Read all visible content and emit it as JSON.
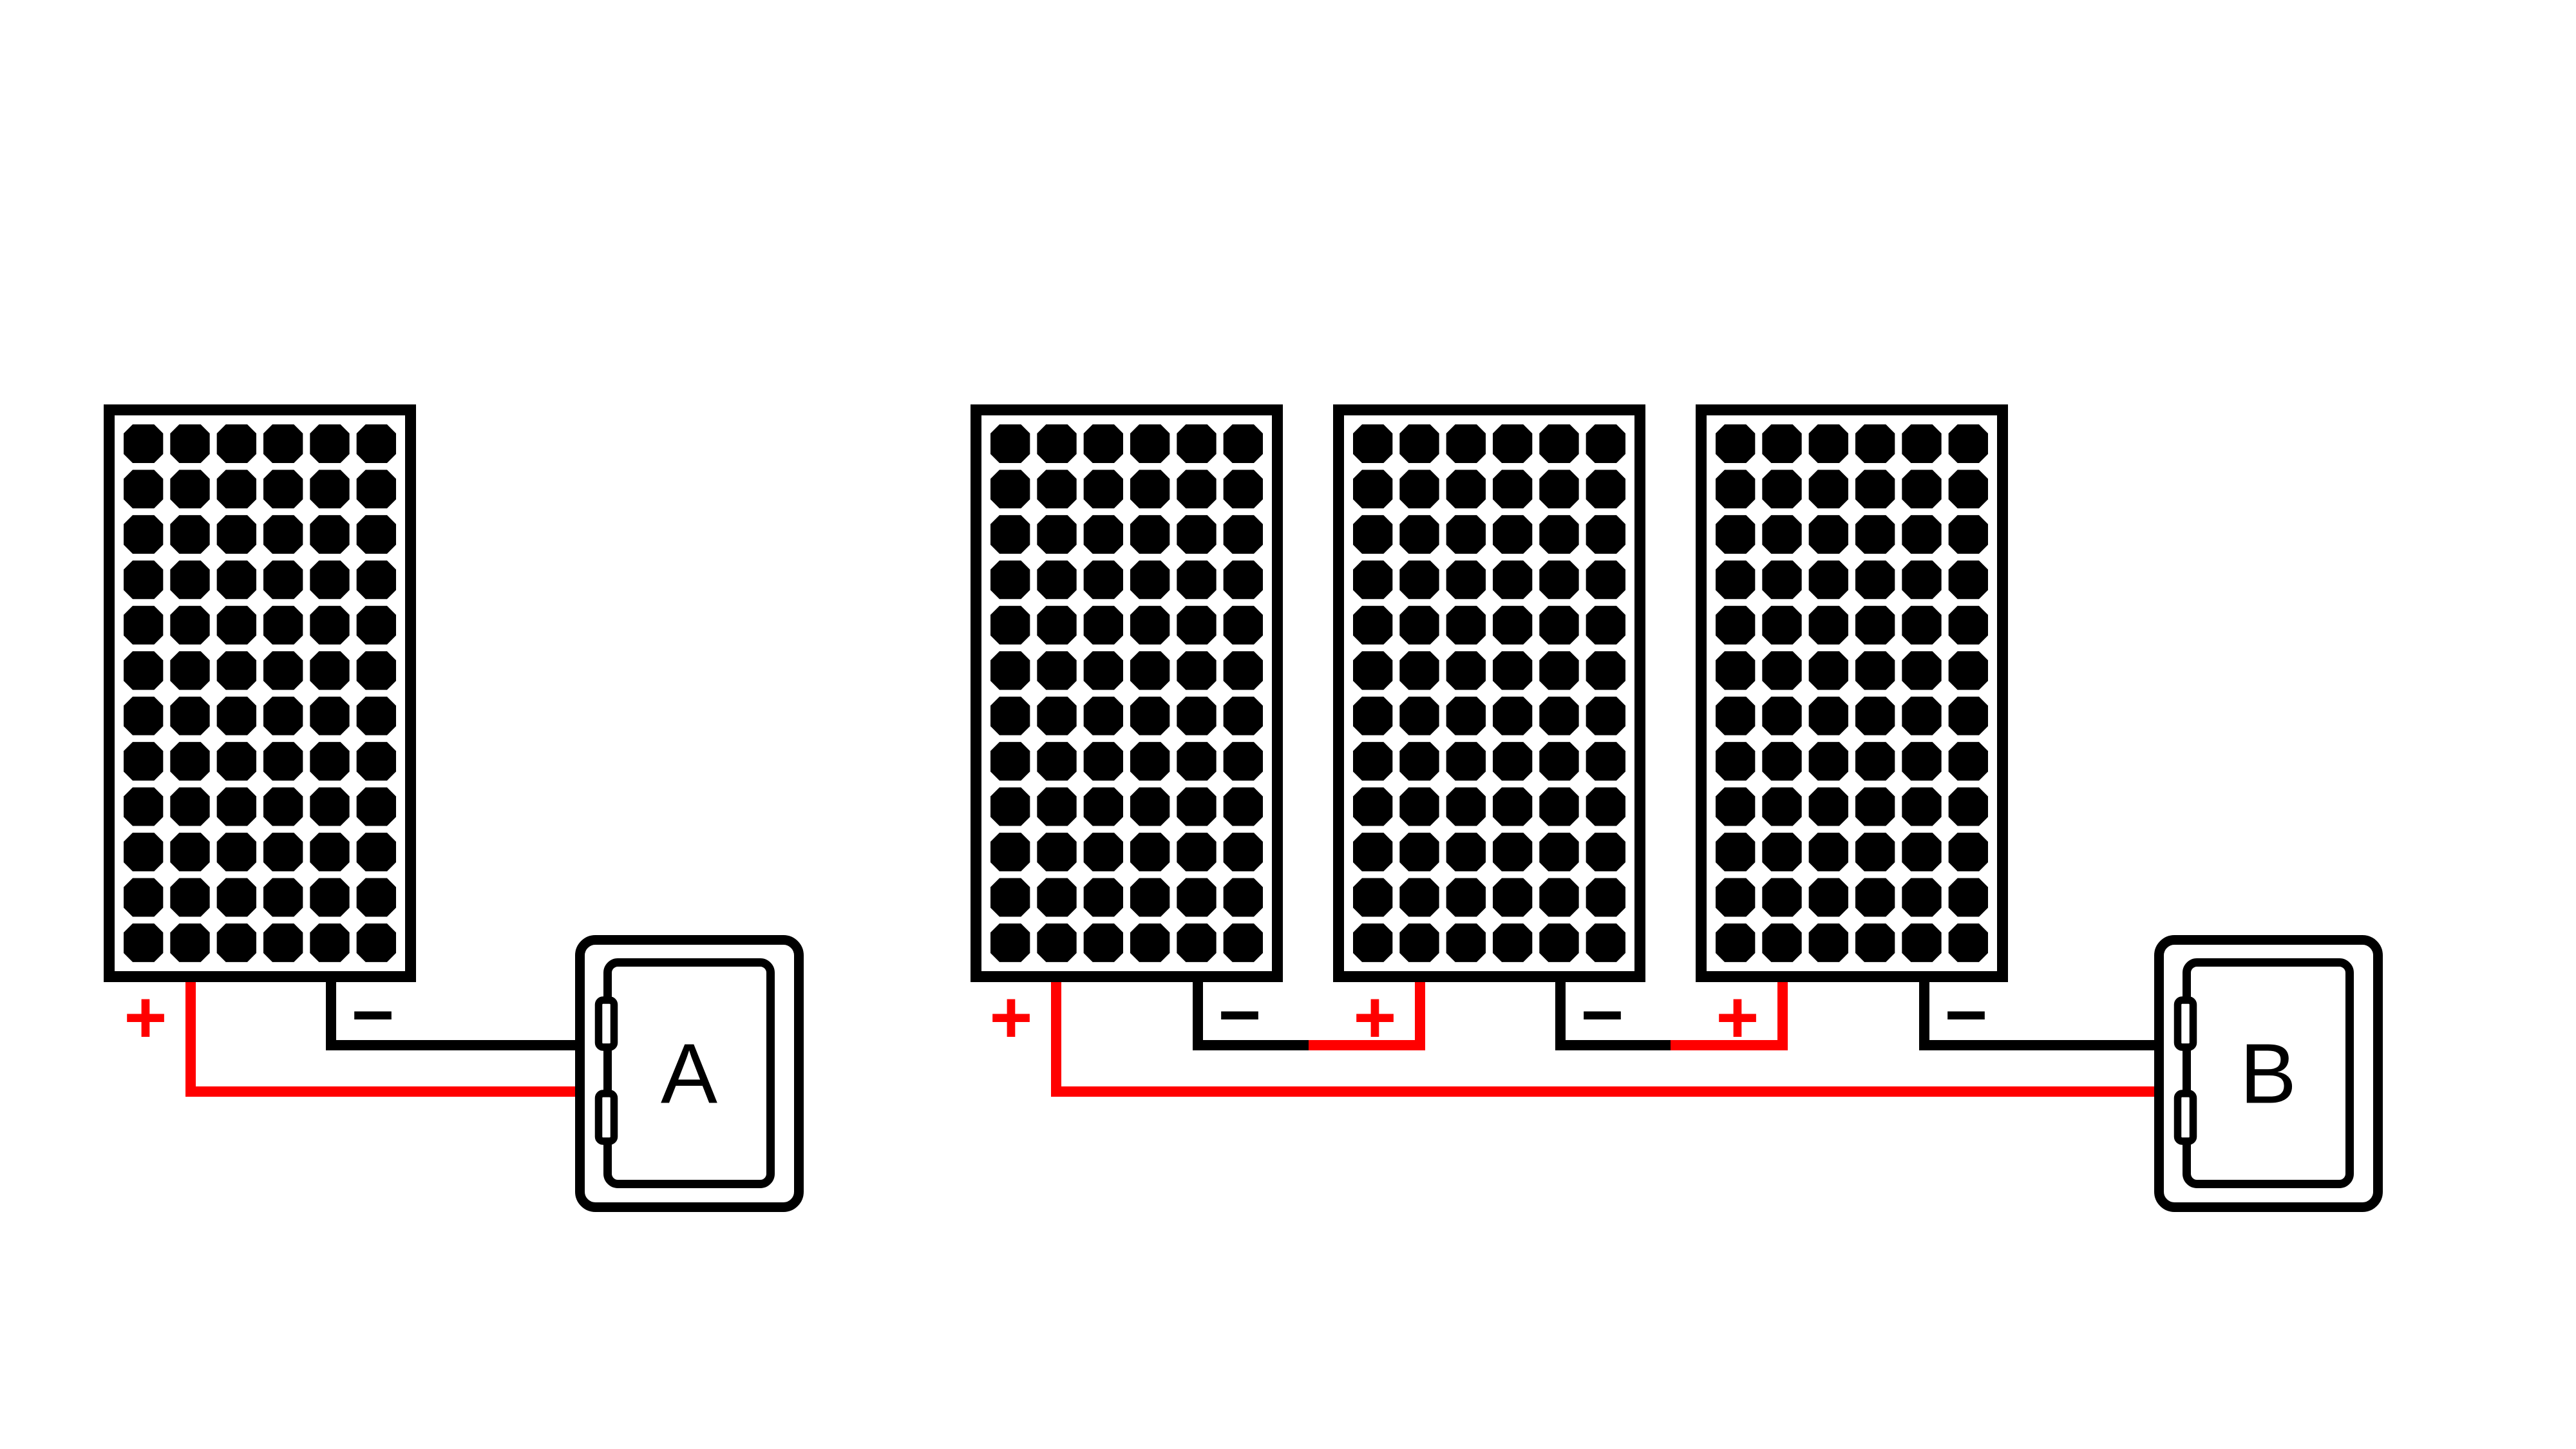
{
  "diagram": {
    "type": "solar-panel-wiring-diagram",
    "background_color": "#ffffff",
    "colors": {
      "positive_wire": "#ff0000",
      "negative_wire": "#000000",
      "panel_cell": "#000000",
      "outline": "#000000"
    },
    "labels": {
      "positive": "+",
      "negative": "−"
    },
    "panel_grid": {
      "columns": 6,
      "rows": 12
    },
    "systems": [
      {
        "box_label": "A",
        "panel_count": 1,
        "connection": "single panel to box A"
      },
      {
        "box_label": "B",
        "panel_count": 3,
        "connection": "three panels in series to box B"
      }
    ]
  }
}
